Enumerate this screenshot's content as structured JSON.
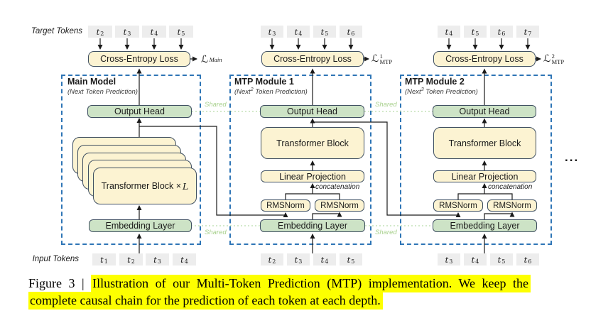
{
  "token_base": "t",
  "labels": {
    "target_tokens": "Target Tokens",
    "input_tokens": "Input Tokens",
    "cross_entropy": "Cross-Entropy Loss",
    "shared": "Shared",
    "concatenation": "concatenation",
    "ellipsis": "..."
  },
  "losses": [
    {
      "base": "ℒ",
      "sup": "",
      "sub": "Main"
    },
    {
      "base": "ℒ",
      "sup": "1",
      "sub": "MTP"
    },
    {
      "base": "ℒ",
      "sup": "2",
      "sub": "MTP"
    }
  ],
  "modules": [
    {
      "title": "Main Model",
      "subtitle_pre": "(Next",
      "subtitle_sup": "",
      "subtitle_post": " Token Prediction)",
      "output_head": "Output Head",
      "block_text": "Transformer Block ×",
      "block_var": "L",
      "embedding": "Embedding Layer",
      "target_tokens": [
        "2",
        "3",
        "4",
        "5"
      ],
      "input_tokens": [
        "1",
        "2",
        "3",
        "4"
      ]
    },
    {
      "title": "MTP Module 1",
      "subtitle_pre": "(Next",
      "subtitle_sup": "2",
      "subtitle_post": " Token Prediction)",
      "output_head": "Output Head",
      "transformer": "Transformer Block",
      "linear": "Linear Projection",
      "rmsnorm_left": "RMSNorm",
      "rmsnorm_right": "RMSNorm",
      "embedding": "Embedding Layer",
      "target_tokens": [
        "3",
        "4",
        "5",
        "6"
      ],
      "input_tokens": [
        "2",
        "3",
        "4",
        "5"
      ]
    },
    {
      "title": "MTP Module 2",
      "subtitle_pre": "(Next",
      "subtitle_sup": "3",
      "subtitle_post": " Token Prediction)",
      "output_head": "Output Head",
      "transformer": "Transformer Block",
      "linear": "Linear Projection",
      "rmsnorm_left": "RMSNorm",
      "rmsnorm_right": "RMSNorm",
      "embedding": "Embedding Layer",
      "target_tokens": [
        "4",
        "5",
        "6",
        "7"
      ],
      "input_tokens": [
        "3",
        "4",
        "5",
        "6"
      ]
    }
  ],
  "caption": {
    "prefix": "Figure 3 | ",
    "highlight_line1": "Illustration of our Multi-Token Prediction (MTP) implementation.  We keep the",
    "highlight_line2": "complete causal chain for the prediction of each token at each depth."
  },
  "colors": {
    "box_yellow": "#fcf3d2",
    "box_green": "#cde3c6",
    "box_border": "#3f4f61",
    "token_gray": "#ededed",
    "module_border": "#2e75b6",
    "shared_green": "#a9d18e",
    "highlight": "#fdff00"
  }
}
